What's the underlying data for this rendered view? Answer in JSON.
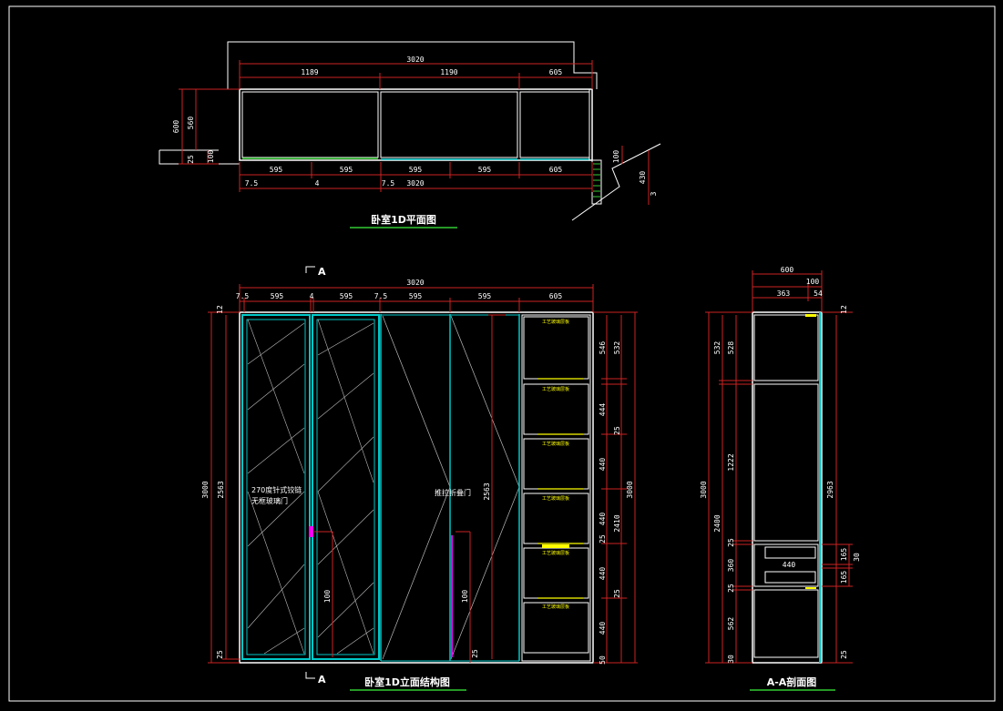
{
  "colors": {
    "background": "#000000",
    "line": "#ffffff",
    "cabinet": "#00c8c8",
    "dimension": "#cc2222",
    "title_underline": "#33cc33",
    "accent": "#ff00ff",
    "label_yellow": "#ffff00"
  },
  "plan": {
    "title": "卧室1D平面图",
    "dims_top": {
      "total": "3020",
      "d1": "1189",
      "d2": "1190",
      "d3": "605"
    },
    "dims_bottom": {
      "a": "595",
      "b": "595",
      "c": "595",
      "d": "595",
      "e": "605"
    },
    "dims_bottom2": {
      "a": "7.5",
      "b": "4",
      "c": "7.5",
      "total": "3020"
    },
    "dims_left": {
      "a": "600",
      "b": "560",
      "c": "25",
      "d": "100"
    },
    "dims_right": {
      "a": "100",
      "b": "430",
      "c": "3"
    }
  },
  "elevation": {
    "title": "卧室1D立面结构图",
    "section_marker": "A",
    "dims_top": {
      "total": "3020",
      "a": "7.5",
      "b": "595",
      "c": "4",
      "d": "595",
      "e": "7.5",
      "f": "595",
      "g": "595",
      "h": "605"
    },
    "dims_left": {
      "top": "12",
      "total": "3000",
      "mid": "2563",
      "bottom": "25"
    },
    "dims_right": {
      "a": "546",
      "b": "532",
      "c": "444",
      "d": "25",
      "e": "440",
      "f": "3000",
      "g": "440",
      "h": "2410",
      "i": "25",
      "j": "440",
      "k": "25",
      "l": "440"
    },
    "dims_inner": {
      "handle_left": "100",
      "handle_right": "100",
      "door_height": "2563",
      "bottom": "25",
      "bottom_r": "50"
    },
    "note_left": [
      "270度针式铰链",
      "无框玻璃门"
    ],
    "note_mid": "推拉折叠门",
    "shelf_label": "工艺玻璃层板"
  },
  "section": {
    "title": "A-A剖面图",
    "dims_top": {
      "a": "600",
      "b": "100",
      "c": "363",
      "d": "54"
    },
    "dims_left": {
      "total": "3000",
      "a": "532",
      "b": "528",
      "c": "1222",
      "d": "2400",
      "e": "25",
      "f": "360",
      "g": "25",
      "h": "562",
      "i": "30"
    },
    "dims_right": {
      "top": "12",
      "total": "2963",
      "a": "165",
      "b": "30",
      "c": "165",
      "d": "25"
    },
    "drawer_width": "440"
  }
}
